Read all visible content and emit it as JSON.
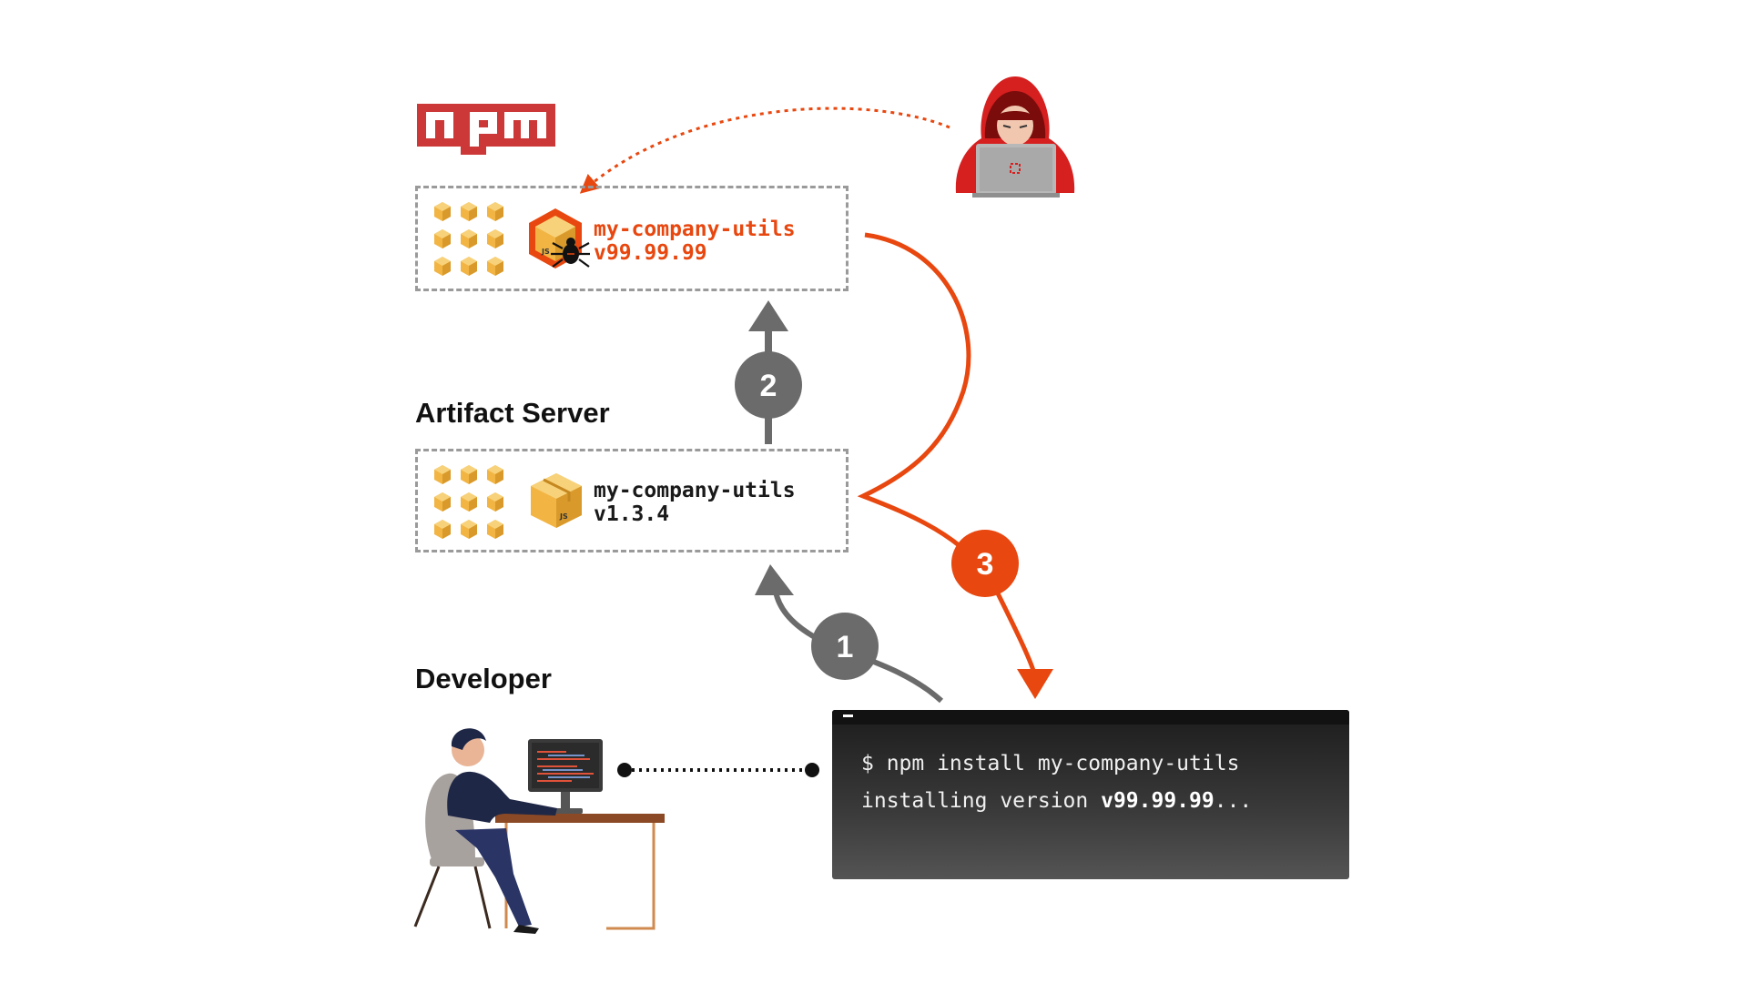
{
  "npm_logo": {
    "text": "npm",
    "color": "#cb3837"
  },
  "registry": {
    "package_name": "my-company-utils",
    "package_version": "v99.99.99"
  },
  "artifact_server": {
    "heading": "Artifact Server",
    "package_name": "my-company-utils",
    "package_version": "v1.3.4"
  },
  "developer": {
    "heading": "Developer"
  },
  "terminal": {
    "command": "$ npm install my-company-utils",
    "output_prefix": "installing version ",
    "output_version": "v99.99.99",
    "output_suffix": "..."
  },
  "steps": [
    {
      "number": "1",
      "color": "#6b6b6b"
    },
    {
      "number": "2",
      "color": "#6b6b6b"
    },
    {
      "number": "3",
      "color": "#e8470f"
    }
  ],
  "colors": {
    "accent": "#e8470f",
    "gray_arrow": "#6b6b6b",
    "dashed_border": "#9a9a9a",
    "hacker_red": "#d61f1f"
  },
  "icons": [
    "npm-logo",
    "package-icon",
    "malicious-package-icon",
    "bug-icon",
    "hacker-icon",
    "developer-icon"
  ]
}
